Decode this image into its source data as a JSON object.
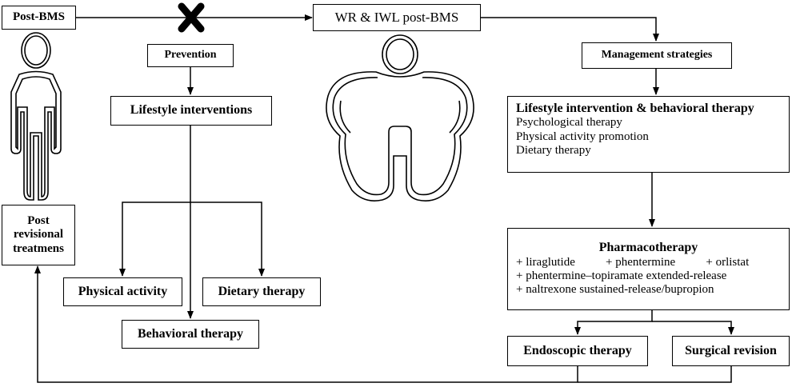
{
  "diagram": {
    "post_bms": "Post-BMS",
    "wr_iwl": "WR & IWL post-BMS",
    "prevention": "Prevention",
    "lifestyle_interventions": "Lifestyle interventions",
    "physical_activity": "Physical activity",
    "dietary_therapy": "Dietary therapy",
    "behavioral_therapy": "Behavioral therapy",
    "post_revisional": [
      "Post",
      "revisional",
      "treatmens"
    ],
    "management_strategies": "Management strategies",
    "lifestyle_behavioral": {
      "title": "Lifestyle intervention & behavioral therapy",
      "items": [
        "Psychological therapy",
        "Physical activity promotion",
        "Dietary therapy"
      ]
    },
    "pharmacotherapy": {
      "title": "Pharmacotherapy",
      "row1": [
        "+ liraglutide",
        "+ phentermine",
        "+ orlistat"
      ],
      "line2": "+ phentermine–topiramate extended-release",
      "line3": "+ naltrexone sustained-release/bupropion"
    },
    "endoscopic_therapy": "Endoscopic therapy",
    "surgical_revision": "Surgical revision"
  },
  "icons": {
    "blocked": "cross-mark-icon",
    "slim": "slim-person-icon",
    "obese": "obese-person-icon"
  }
}
